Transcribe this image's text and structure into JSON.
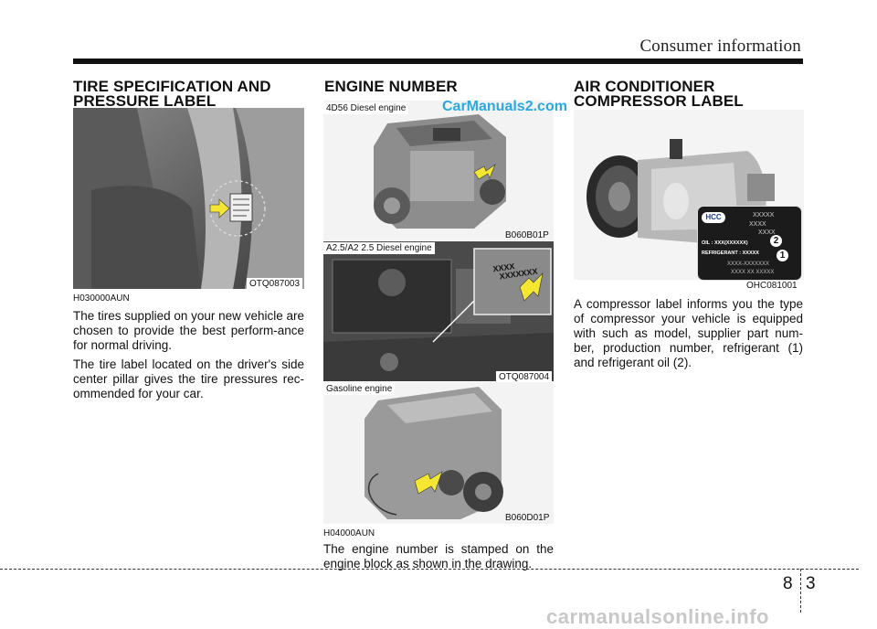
{
  "header": {
    "title": "Consumer information"
  },
  "tire_section": {
    "title_line1": "TIRE SPECIFICATION AND",
    "title_line2": "PRESSURE LABEL",
    "photo_code": "OTQ087003",
    "text_code": "H030000AUN",
    "paragraph1": "The tires supplied on your new vehicle are chosen to provide the best perform-ance for normal driving.",
    "paragraph2": "The tire label located on the driver's side center pillar gives the tire pressures rec-ommended for your car."
  },
  "engine_section": {
    "title": "ENGINE NUMBER",
    "photo1_caption": "4D56 Diesel engine",
    "photo1_code": "B060B01P",
    "photo2_caption": "A2.5/A2 2.5 Diesel engine",
    "photo2_code": "OTQ087004",
    "photo2_label_line1": "XXXX",
    "photo2_label_line2": "XXXXXXX",
    "photo3_caption": "Gasoline engine",
    "photo3_code": "B060D01P",
    "text_code": "H04000AUN",
    "paragraph": "The engine number is stamped on the engine block as shown in the drawing."
  },
  "ac_section": {
    "title_line1": "AIR CONDITIONER",
    "title_line2": "COMPRESSOR LABEL",
    "photo_code": "OHC081001",
    "label": {
      "line1": "XXXXX",
      "line2": "XXXX",
      "line3": "XXXX",
      "oil": "OIL : XXX(XXXXXX)",
      "refrigerant": "REFRIGERANT : XXXXX",
      "line4": "XXXX-XXXXXXX",
      "line5": "XXXX XX XXXXX",
      "marker1": "1",
      "marker2": "2"
    },
    "paragraph": "A compressor label informs you the type of compressor your vehicle is equipped with such as model, supplier part num-ber, production number, refrigerant (1) and refrigerant oil (2)."
  },
  "page": {
    "chapter": "8",
    "number": "3"
  },
  "watermarks": {
    "top": "CarManuals2.com",
    "bottom": "carmanualsonline.info"
  }
}
